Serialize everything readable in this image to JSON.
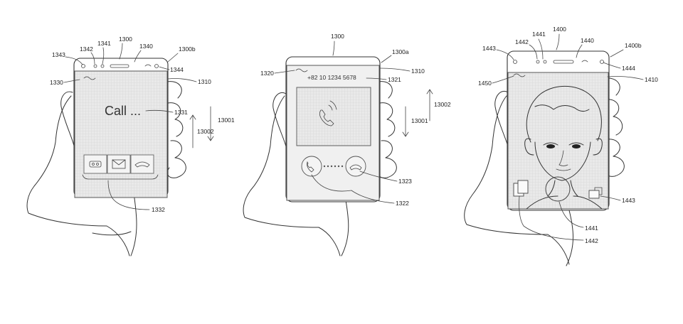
{
  "figure": {
    "left": {
      "labels": {
        "ref_1300": "1300",
        "ref_1300b": "1300b",
        "ref_1341": "1341",
        "ref_1342": "1342",
        "ref_1343": "1343",
        "ref_1340": "1340",
        "ref_1344": "1344",
        "ref_1310": "1310",
        "ref_1330": "1330",
        "ref_1331": "1331",
        "ref_1332": "1332",
        "ref_13001": "13001",
        "ref_13002": "13002"
      },
      "screen_text": "Call ..."
    },
    "middle": {
      "labels": {
        "ref_1300": "1300",
        "ref_1300a": "1300a",
        "ref_1320": "1320",
        "ref_1310": "1310",
        "ref_1321": "1321",
        "ref_1323": "1323",
        "ref_1322": "1322",
        "ref_13001": "13001",
        "ref_13002": "13002"
      },
      "phone_number": "+82 10 1234 5678"
    },
    "right": {
      "labels": {
        "ref_1400": "1400",
        "ref_1400b": "1400b",
        "ref_1441_top": "1441",
        "ref_1442_top": "1442",
        "ref_1443_top": "1443",
        "ref_1440": "1440",
        "ref_1444": "1444",
        "ref_1450": "1450",
        "ref_1410": "1410",
        "ref_1443_bottom": "1443",
        "ref_1441_bottom": "1441",
        "ref_1442_bottom": "1442"
      }
    }
  }
}
